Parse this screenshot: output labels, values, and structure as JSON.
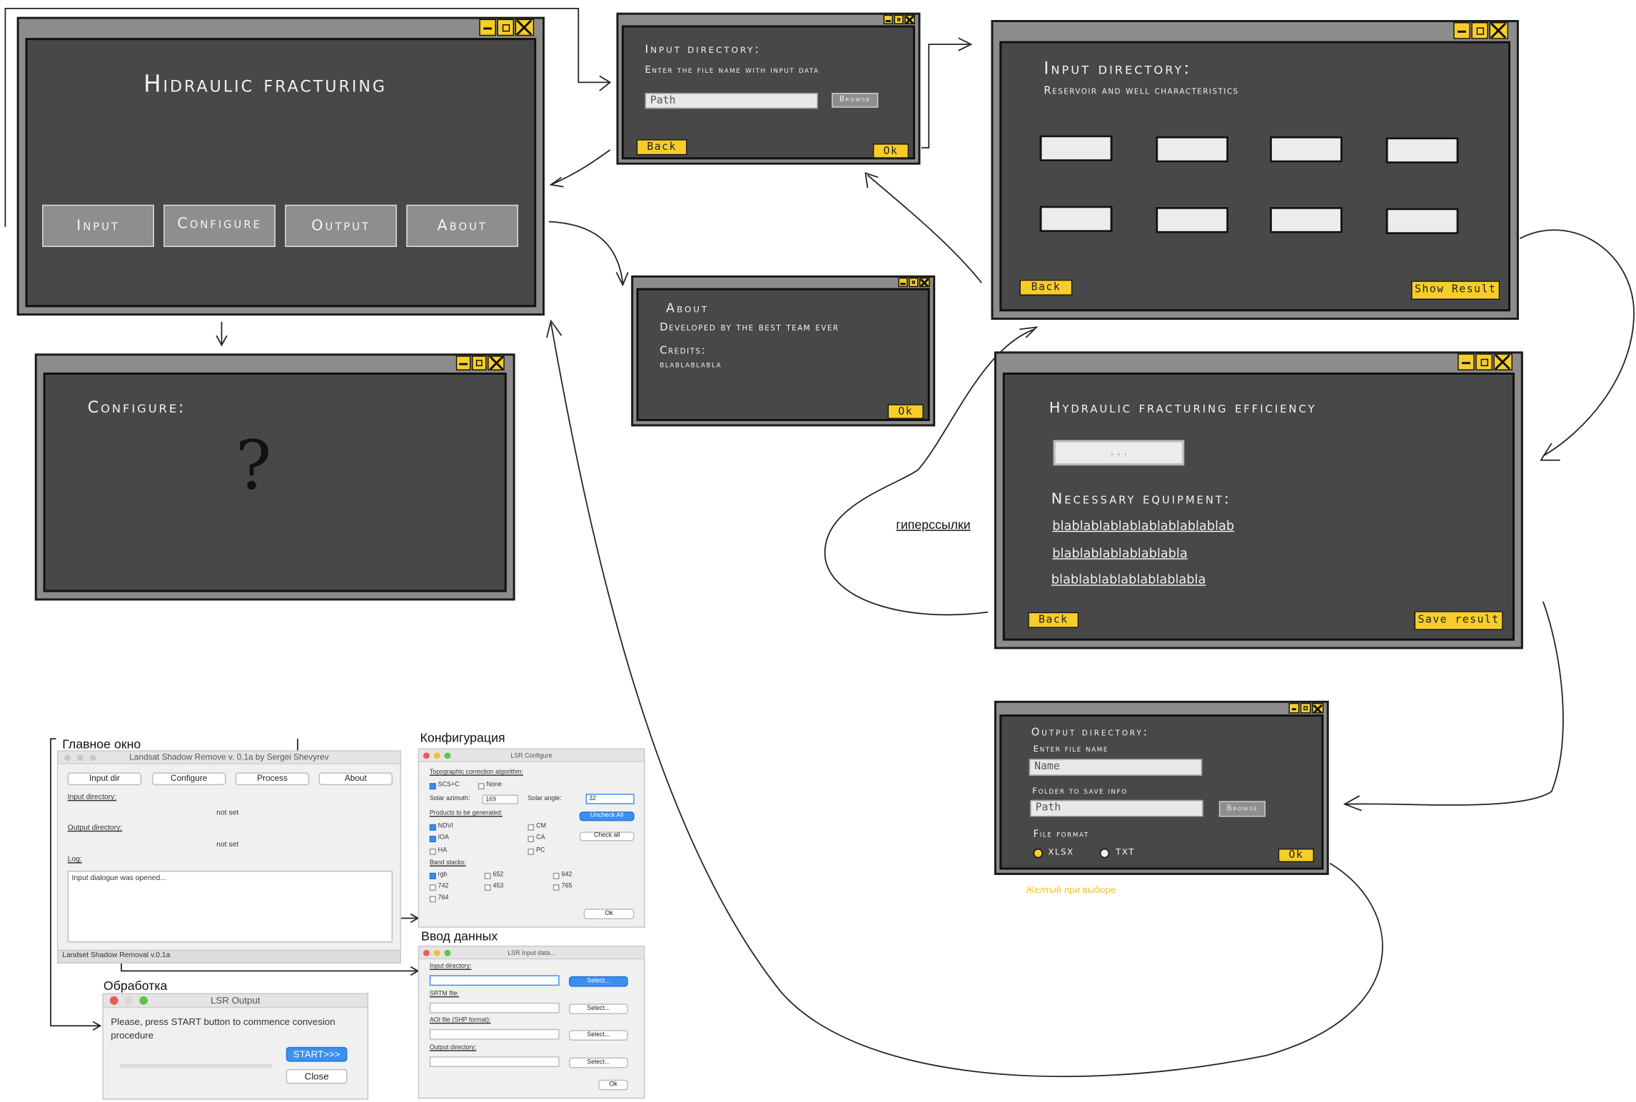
{
  "main_window": {
    "title": "Hidraulic fracturing",
    "buttons": [
      "Input",
      "Configure",
      "Output",
      "About"
    ]
  },
  "configure_window": {
    "title": "Configure:",
    "placeholder_glyph": "?"
  },
  "input_dialog": {
    "title": "Input directory:",
    "subtitle": "Enter the file name with input data",
    "path_placeholder": "Path",
    "browse_label": "Browse",
    "back_label": "Back",
    "ok_label": "Ok"
  },
  "about_window": {
    "title": "About",
    "developed": "Developed by the best team ever",
    "credits_label": "Credits:",
    "credits_value": "blablablabla",
    "ok_label": "Ok"
  },
  "input_params_window": {
    "title": "Input directory:",
    "subtitle": "Reservoir and well characteristics",
    "back_label": "Back",
    "show_result_label": "Show Result"
  },
  "efficiency_window": {
    "title": "Hydraulic fracturing efficiency",
    "value_placeholder": ". . .",
    "equipment_label": "Necessary equipment:",
    "links": [
      "blablablablablablablablablab",
      "blablablablablablabla",
      "blablablablablablablabla"
    ],
    "back_label": "Back",
    "save_label": "Save result"
  },
  "hyperlinks_note": "гиперссылки",
  "output_window": {
    "title": "Output directory:",
    "file_name_label": "Enter file name",
    "file_name_placeholder": "Name",
    "folder_label": "Folder to save info",
    "folder_placeholder": "Path",
    "browse_label": "Browse",
    "format_label": "File format",
    "formats": [
      "XLSX",
      "TXT"
    ],
    "ok_label": "Ok"
  },
  "yellow_note": "Желтый при выборе",
  "captions": {
    "main": "Главное окно",
    "config": "Конфигурация",
    "input": "Ввод данных",
    "processing": "Обработка"
  },
  "ref_main": {
    "title": "Landsat Shadow Remove v. 0.1a by Sergei Shevyrev",
    "buttons": [
      "Input dir",
      "Configure",
      "Process",
      "About"
    ],
    "input_dir_label": "Input directory:",
    "input_dir_value": "not set",
    "output_dir_label": "Output directory:",
    "output_dir_value": "not set",
    "log_label": "Log:",
    "log_text": "Input dialogue was opened...",
    "status": "Landset Shadow Removal v.0.1a"
  },
  "ref_config": {
    "title": "LSR Configure",
    "topo_label": "Topographic correction algorithm:",
    "topo_options": [
      "SCS+C",
      "None"
    ],
    "azimuth_label": "Solar azimuth:",
    "azimuth_value": "169",
    "angle_label": "Solar angle:",
    "angle_value": "32",
    "products_label": "Products to be generated:",
    "products": [
      "NDVI",
      "IOA",
      "HA",
      "CM",
      "CA",
      "PC"
    ],
    "uncheck_label": "Uncheck All",
    "check_label": "Check all",
    "bands_label": "Band stacks:",
    "bands": [
      "rgb",
      "742",
      "764",
      "652",
      "453",
      "642",
      "765"
    ],
    "ok_label": "Ok"
  },
  "ref_input": {
    "title": "LSR Input data...",
    "fields": [
      "Input directory:",
      "SRTM file:",
      "AOI file (SHP format):",
      "Output directory:"
    ],
    "select_label": "Select...",
    "ok_label": "Ok"
  },
  "ref_output": {
    "title": "LSR Output",
    "message": "Please, press START button to commence convesion procedure",
    "start_label": "START>>>",
    "close_label": "Close"
  },
  "colors": {
    "window_dark": "#484848",
    "window_frame": "#8c8c8c",
    "accent_yellow": "#f6cd2a",
    "mac_blue": "#3b8ff0",
    "note_yellow": "#f2c230"
  }
}
